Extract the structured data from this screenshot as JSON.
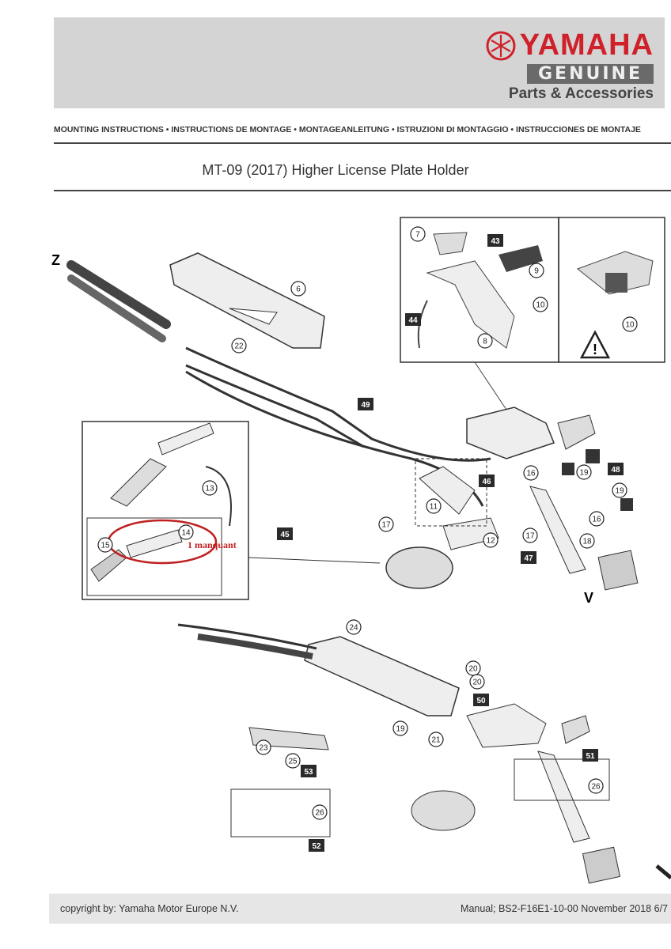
{
  "brand": {
    "name": "YAMAHA",
    "genuine": "GENUINE",
    "parts": "Parts & Accessories"
  },
  "instructions_line": "MOUNTING INSTRUCTIONS • INSTRUCTIONS DE MONTAGE • MONTAGEANLEITUNG • ISTRUZIONI DI MONTAGGIO • INSTRUCCIONES DE MONTAJE",
  "title": "MT-09 (2017) Higher License Plate Holder",
  "diagram": {
    "letters": {
      "z": "Z",
      "v": "V"
    },
    "circle_labels": [
      "6",
      "22",
      "7",
      "9",
      "10",
      "8",
      "10",
      "13",
      "14",
      "15",
      "11",
      "17",
      "12",
      "16",
      "19",
      "19",
      "16",
      "17",
      "18",
      "24",
      "20",
      "20",
      "19",
      "21",
      "23",
      "25",
      "26",
      "26"
    ],
    "box_labels": [
      "43",
      "44",
      "49",
      "46",
      "48",
      "45",
      "47",
      "50",
      "51",
      "53",
      "52"
    ],
    "note": "1 manquant",
    "warning_symbol": "!"
  },
  "footer": {
    "copyright": "copyright by: Yamaha Motor Europe N.V.",
    "manual": "Manual; BS2-F16E1-10-00 November 2018 6/7"
  },
  "colors": {
    "brand_red": "#d0202a",
    "header_grey": "#d4d4d4",
    "note_red": "#c02020"
  }
}
